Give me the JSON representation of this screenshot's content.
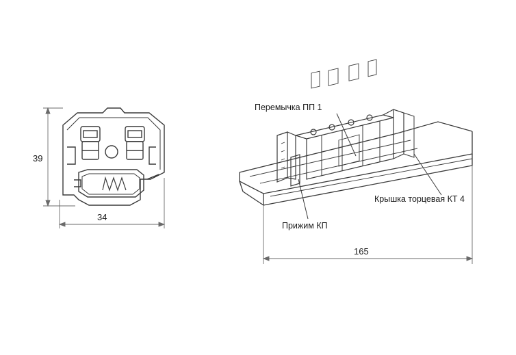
{
  "dimensions": {
    "height": "39",
    "width": "34",
    "length": "165"
  },
  "callouts": {
    "jumper": "Перемычка ПП 1",
    "end_cover": "Крышка торцевая КТ 4",
    "clamp": "Прижим КП"
  },
  "colors": {
    "line": "#3a3a3a",
    "light_line": "#8a8a8a",
    "text": "#1a1a1a"
  }
}
